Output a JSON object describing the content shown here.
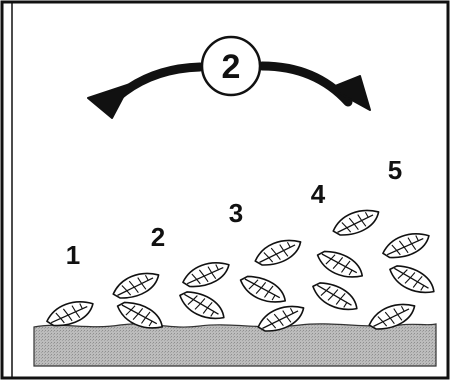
{
  "badge": {
    "text": "2"
  },
  "stack_labels": [
    "1",
    "2",
    "3",
    "4",
    "5"
  ],
  "colors": {
    "line": "#111111",
    "ground": "#b9b9b9",
    "paper": "#ffffff"
  },
  "icons": {
    "leaf": "leaf-icon",
    "swap_arrows": "curved-arrow-icon"
  }
}
